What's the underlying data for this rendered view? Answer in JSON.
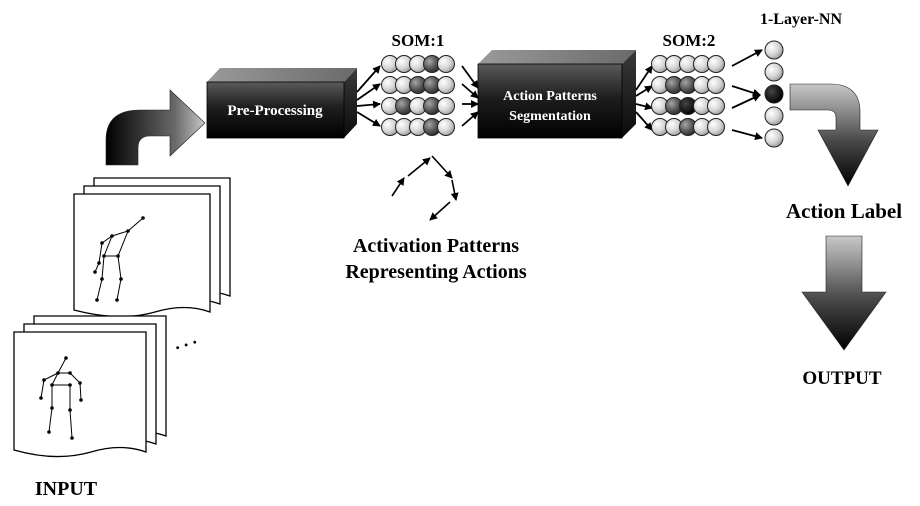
{
  "labels": {
    "input": "INPUT",
    "som1": "SOM:1",
    "som2": "SOM:2",
    "nn": "1-Layer-NN",
    "preprocessing": "Pre-Processing",
    "segmentation_line1": "Action Patterns",
    "segmentation_line2": "Segmentation",
    "activation_line1": "Activation Patterns",
    "activation_line2": "Representing Actions",
    "action_label": "Action Label",
    "output": "OUTPUT",
    "ellipsis": ". . ."
  },
  "colors": {
    "box_dark": "#1a1a1a",
    "node_light": "#d9d9d9",
    "node_dark": "#555555",
    "node_black": "#000000"
  },
  "som1_grid": [
    [
      "light",
      "light",
      "light",
      "dark",
      "light"
    ],
    [
      "light",
      "light",
      "dark",
      "dark",
      "light"
    ],
    [
      "light",
      "dark",
      "light",
      "dark",
      "light"
    ],
    [
      "light",
      "light",
      "light",
      "dark",
      "light"
    ]
  ],
  "som2_grid": [
    [
      "light",
      "light",
      "light",
      "light",
      "light"
    ],
    [
      "light",
      "dark",
      "dark",
      "light",
      "light"
    ],
    [
      "light",
      "dark",
      "black",
      "light",
      "light"
    ],
    [
      "light",
      "light",
      "dark",
      "light",
      "light"
    ]
  ],
  "nn_nodes": [
    "light",
    "light",
    "black",
    "light",
    "light"
  ]
}
